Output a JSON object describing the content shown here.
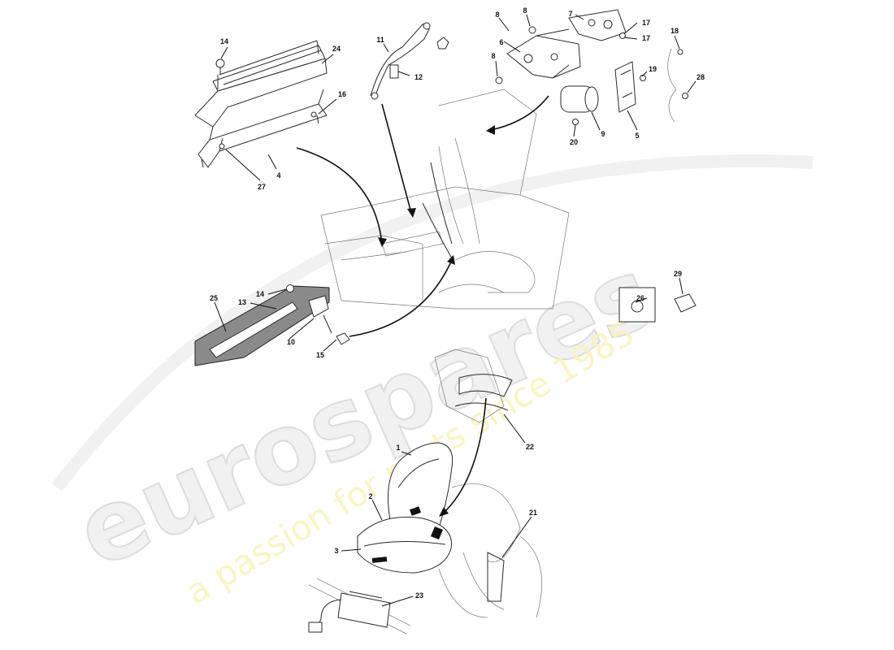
{
  "watermark": {
    "brand": "eurospares",
    "tagline": "a passion for parts since 1985"
  },
  "callouts": [
    "1",
    "2",
    "3",
    "4",
    "5",
    "6",
    "7",
    "8",
    "9",
    "10",
    "11",
    "12",
    "13",
    "14",
    "15",
    "16",
    "17",
    "18",
    "19",
    "20",
    "21",
    "22",
    "23",
    "24",
    "25",
    "26",
    "27",
    "28",
    "29"
  ],
  "labels": {
    "n1": "1",
    "n2": "2",
    "n3": "3",
    "n4": "4",
    "n5": "5",
    "n6": "6",
    "n7": "7",
    "n8a": "8",
    "n8b": "8",
    "n8c": "8",
    "n9": "9",
    "n10": "10",
    "n11": "11",
    "n12": "12",
    "n13": "13",
    "n14a": "14",
    "n14b": "14",
    "n15": "15",
    "n16": "16",
    "n17a": "17",
    "n17b": "17",
    "n18": "18",
    "n19": "19",
    "n20": "20",
    "n21": "21",
    "n22": "22",
    "n23": "23",
    "n24": "24",
    "n25": "25",
    "n26": "26",
    "n27": "27",
    "n28": "28",
    "n29": "29"
  }
}
